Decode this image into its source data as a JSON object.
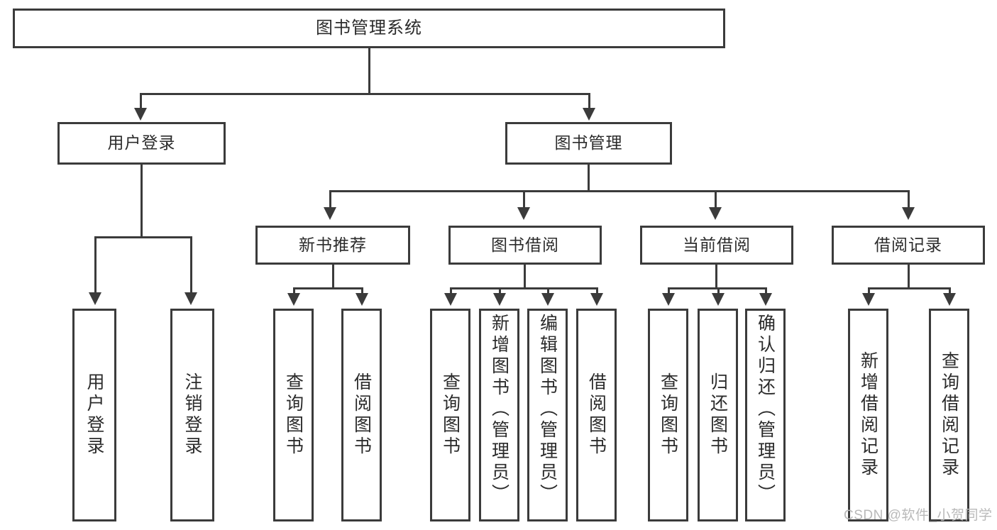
{
  "diagram": {
    "title": "图书管理系统",
    "type": "hierarchy-tree",
    "watermark": "CSDN @软件_小贺同学",
    "colors": {
      "stroke": "#3b3b3b",
      "fill": "#ffffff",
      "text": "#2b2b2b",
      "watermark": "#b9b9b9"
    },
    "root": {
      "label": "图书管理系统"
    },
    "level2": [
      {
        "label": "用户登录"
      },
      {
        "label": "图书管理"
      }
    ],
    "level3": [
      {
        "label": "新书推荐"
      },
      {
        "label": "图书借阅"
      },
      {
        "label": "当前借阅"
      },
      {
        "label": "借阅记录"
      }
    ],
    "leaves": {
      "user_login": [
        {
          "label": "用户登录"
        },
        {
          "label": "注销登录"
        }
      ],
      "new_book_recommend": [
        {
          "label": "查询图书"
        },
        {
          "label": "借阅图书"
        }
      ],
      "book_borrow": [
        {
          "label": "查询图书"
        },
        {
          "label": "新增图书（管理员）"
        },
        {
          "label": "编辑图书（管理员）"
        },
        {
          "label": "借阅图书"
        }
      ],
      "current_borrow": [
        {
          "label": "查询图书"
        },
        {
          "label": "归还图书"
        },
        {
          "label": "确认归还（管理员）"
        }
      ],
      "borrow_record": [
        {
          "label": "新增借阅记录"
        },
        {
          "label": "查询借阅记录"
        }
      ]
    }
  }
}
